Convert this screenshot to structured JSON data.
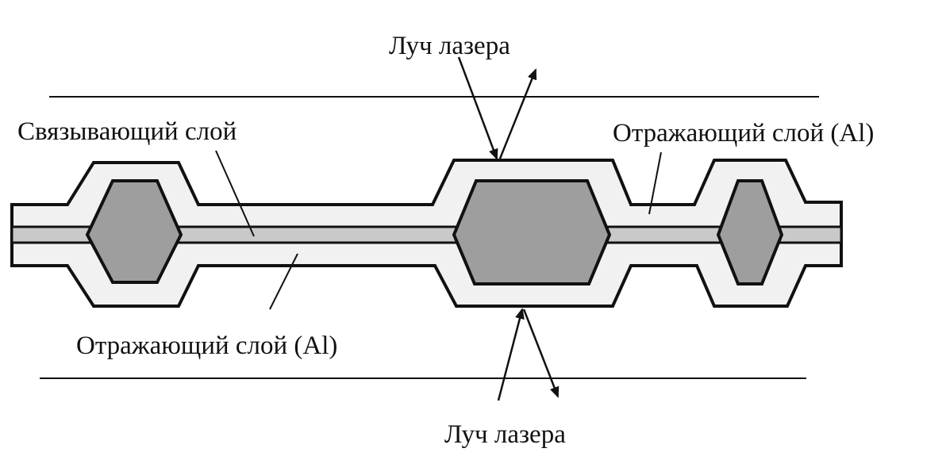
{
  "labels": {
    "laser_beam_top": "Луч лазера",
    "laser_beam_bottom": "Луч лазера",
    "bonding_layer": "Связывающий слой",
    "reflective_layer_right": "Отражающий слой (Al)",
    "reflective_layer_bottom": "Отражающий слой (Al)"
  },
  "colors": {
    "ink": "#111111",
    "bonding_fill": "#c9c9c9",
    "pit_fill": "#9e9e9e",
    "reflective_fill": "#f1f1f1",
    "background": "#ffffff"
  }
}
